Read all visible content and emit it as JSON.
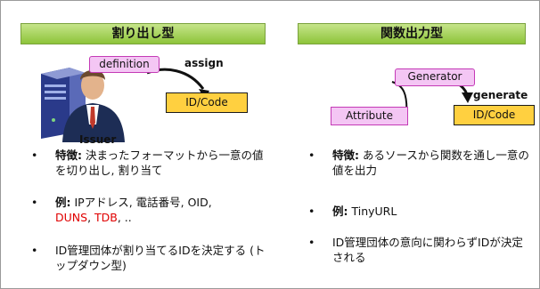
{
  "left_panel": {
    "header": "割り出し型",
    "diagram": {
      "definition_box": "definition",
      "assign_label": "assign",
      "id_box": "ID/Code",
      "issuer_label": "Issuer"
    },
    "bullets": [
      {
        "keyword": "特徴:",
        "text": " 決まったフォーマットから一意の値を切り出し, 割り当て"
      },
      {
        "keyword": "例:",
        "text": " IPアドレス, 電話番号, OID,",
        "red1": "DUNS",
        "sep": ", ",
        "red2": "TDB",
        "tail": ", .."
      },
      {
        "text": "ID管理団体が割り当てるIDを決定する (トップダウン型)"
      }
    ]
  },
  "right_panel": {
    "header": "関数出力型",
    "diagram": {
      "generator_box": "Generator",
      "generate_label": "generate",
      "attribute_box": "Attribute",
      "id_box": "ID/Code"
    },
    "bullets": [
      {
        "keyword": "特徴:",
        "text": " あるソースから関数を通し一意の値を出力"
      },
      {
        "keyword": "例:",
        "text": " TinyURL"
      },
      {
        "text": "ID管理団体の意向に関わらずIDが決定される"
      }
    ]
  },
  "colors": {
    "header_gradient_top": "#c6e58a",
    "header_gradient_bottom": "#8dc43a",
    "pink_box": "#f4c6f4",
    "pink_border": "#c43ab6",
    "yellow_box": "#ffd040",
    "red_text": "#e00000"
  },
  "icons": [
    "server-icon",
    "person-icon",
    "curved-arrow-icon"
  ]
}
